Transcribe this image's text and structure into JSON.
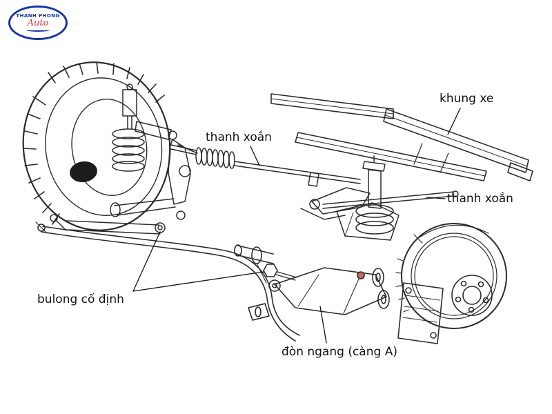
{
  "logo": {
    "brand": "THANH PHONG",
    "brand_sub": "Auto"
  },
  "labels": {
    "khung_xe": "khung xe",
    "thanh_xoan_left": "thanh xoắn",
    "thanh_xoan_right": "thanh xoắn",
    "bulong_co_dinh": "bulong cố định",
    "don_ngang": "đòn ngang (càng A)"
  },
  "colors": {
    "background": "#ffffff",
    "line": "#2b2b2b",
    "label_text": "#111111",
    "logo_blue": "#1637a0",
    "logo_red": "#e03131",
    "bushing_red": "#c96a6a"
  }
}
